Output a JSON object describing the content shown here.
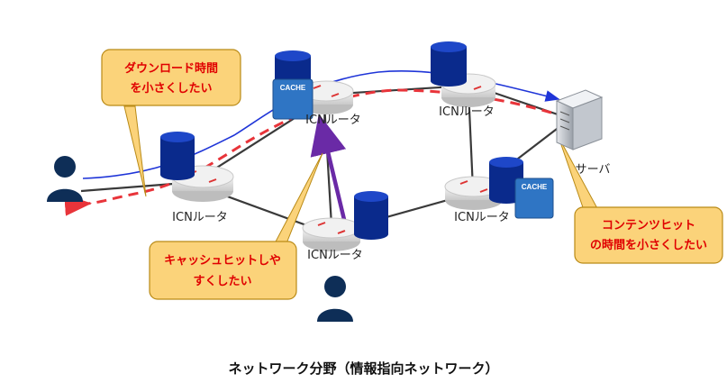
{
  "routers": {
    "top_center": "ICNルータ",
    "top_right": "ICNルータ",
    "left": "ICNルータ",
    "bottom_center": "ICNルータ",
    "right": "ICNルータ"
  },
  "server_label": "サーバ",
  "cache_label": "CACHE",
  "callouts": {
    "download": [
      "ダウンロード時間",
      "を小さくしたい"
    ],
    "cache_hit": [
      "キャッシュヒットしや",
      "すくしたい"
    ],
    "content_hit": [
      "コンテンツヒット",
      "の時間を小さくしたい"
    ]
  },
  "caption": "ネットワーク分野（情報指向ネットワーク）",
  "colors": {
    "callout_fill": "#fbd37a",
    "callout_stroke": "#b98a16",
    "callout_text": "#e00000",
    "cylinder": "#0a2a8c",
    "cache_box": "#2f75c4",
    "user": "#0e2e57",
    "path_dashed": "#e8343a",
    "path_blue": "#1f35d8",
    "path_purple": "#6a2aa6",
    "link": "#3a3a3a"
  }
}
